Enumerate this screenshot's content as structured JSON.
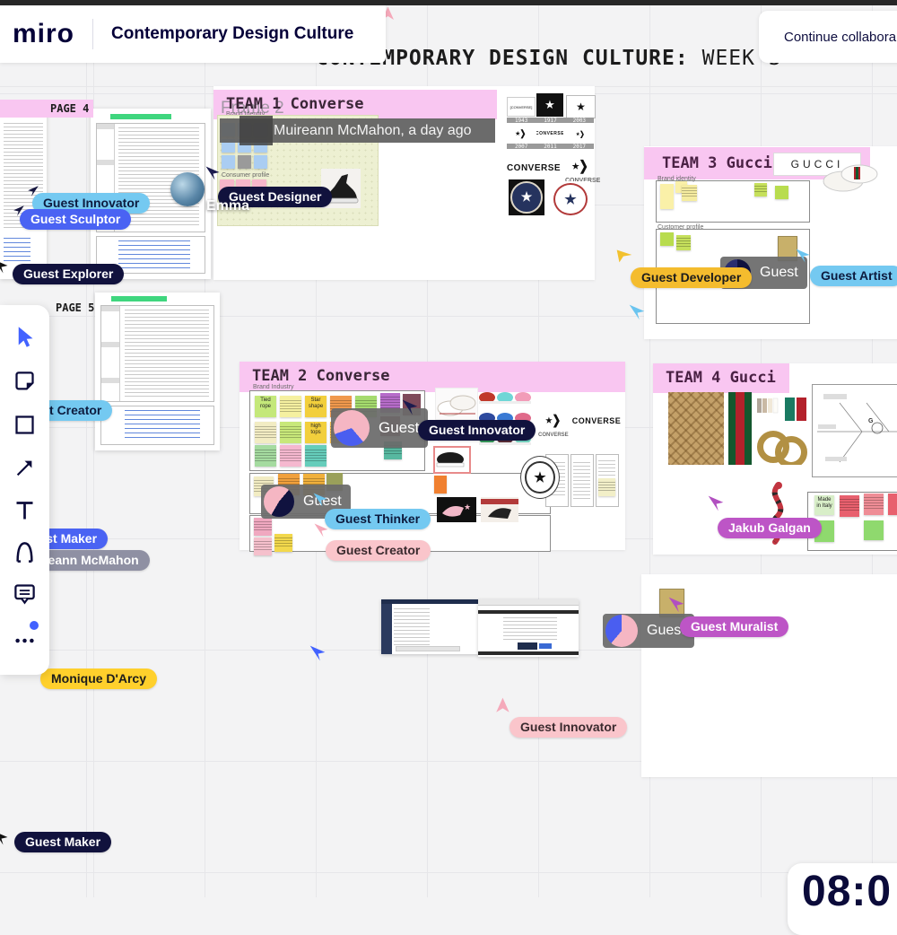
{
  "colors": {
    "accent_pink": "#f9c6f1",
    "brand_navy": "#050038",
    "brand_blue": "#4262ff",
    "grid": "#e6e6e9"
  },
  "header": {
    "logo": "miro",
    "board_title": "Contemporary Design Culture"
  },
  "top_right": {
    "label": "Continue collabora"
  },
  "canvas_title": {
    "bold": "CONTEMPORARY DESIGN CULTURE:",
    "regular": "WEEK 3"
  },
  "timer": {
    "display": "08:0"
  },
  "documents": {
    "page4_label": "PAGE 4",
    "page5_label": "PAGE 5"
  },
  "toolbar": {
    "tools": [
      "select",
      "sticky-note",
      "shape",
      "arrow",
      "text",
      "pen",
      "comment",
      "more"
    ]
  },
  "frames": {
    "team1": {
      "title": "TEAM 1 Converse",
      "frame_name": "Frame 2",
      "edit_tooltip": "Muireann McMahon, a day ago",
      "brand_identity": "Brand Identity",
      "consumer_profile": "Consumer profile"
    },
    "team2": {
      "title": "TEAM 2 Converse",
      "brand_industry": "Brand Industry"
    },
    "team3": {
      "title": "TEAM 3 Gucci",
      "gucci_logo": "GUCCI",
      "brand_identity": "Brand identity",
      "customer_profile": "Customer profile"
    },
    "team4": {
      "title": "TEAM 4 Gucci",
      "sticky_made_in_italy": "Made in Italy"
    }
  },
  "converse_logos": {
    "wordmark": "CONVERSE",
    "years_row1": [
      "1943",
      "1917",
      "2003"
    ],
    "years_row2": [
      "2007",
      "2011",
      "2017"
    ]
  },
  "icons": {
    "star": "★",
    "chevron_star": "⭑❯"
  },
  "collaborators": {
    "innovator_blue": {
      "label": "Guest Innovator"
    },
    "sculptor": {
      "label": "Guest Sculptor"
    },
    "explorer": {
      "label": "Guest Explorer"
    },
    "designer": {
      "label": "Guest Designer"
    },
    "emma": {
      "label": "Emma"
    },
    "creator_blue": {
      "label": "Guest Creator"
    },
    "maker_blue": {
      "label": "Guest Maker"
    },
    "muireann": {
      "label": "Muireann McMahon"
    },
    "monique": {
      "label": "Monique D'Arcy"
    },
    "maker_navy": {
      "label": "Guest Maker"
    },
    "developer": {
      "label": "Guest Developer"
    },
    "artist": {
      "label": "Guest Artist"
    },
    "guest_anon": {
      "label": "Guest"
    },
    "innovator_navy": {
      "label": "Guest Innovator"
    },
    "thinker": {
      "label": "Guest Thinker"
    },
    "creator_pink": {
      "label": "Guest Creator"
    },
    "jakub": {
      "label": "Jakub Galgan"
    },
    "muralist": {
      "label": "Guest Muralist"
    },
    "innovator_pink": {
      "label": "Guest Innovator"
    }
  }
}
